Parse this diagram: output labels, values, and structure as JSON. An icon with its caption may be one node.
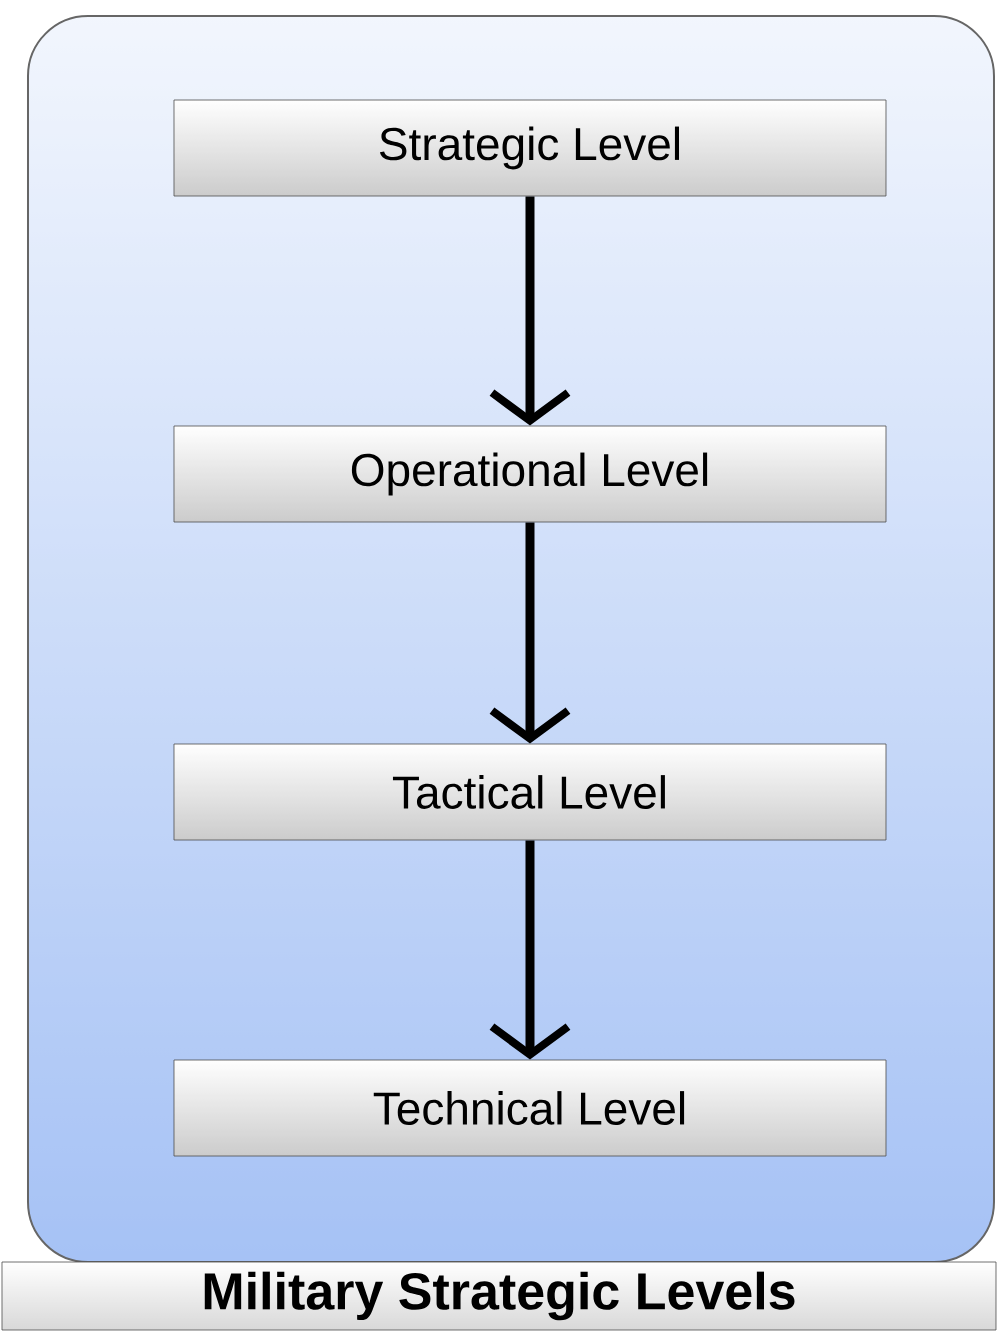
{
  "diagram": {
    "nodes": [
      {
        "text": [
          "Military Strategic Levels"
        ]
      },
      {
        "text": [
          "Strategic Level"
        ],
        "in": 0
      },
      {
        "text": [
          "Operational Level"
        ],
        "in": 0
      },
      {
        "text": [
          "Tactical Level"
        ],
        "in": 0
      },
      {
        "text": [
          "Technical Level"
        ],
        "in": 0
      }
    ],
    "edges": [
      {
        "from": 1,
        "to": 2,
        "arrow": "to"
      },
      {
        "from": 2,
        "to": 3,
        "arrow": "to"
      },
      {
        "from": 3,
        "to": 4,
        "arrow": "to"
      }
    ]
  }
}
